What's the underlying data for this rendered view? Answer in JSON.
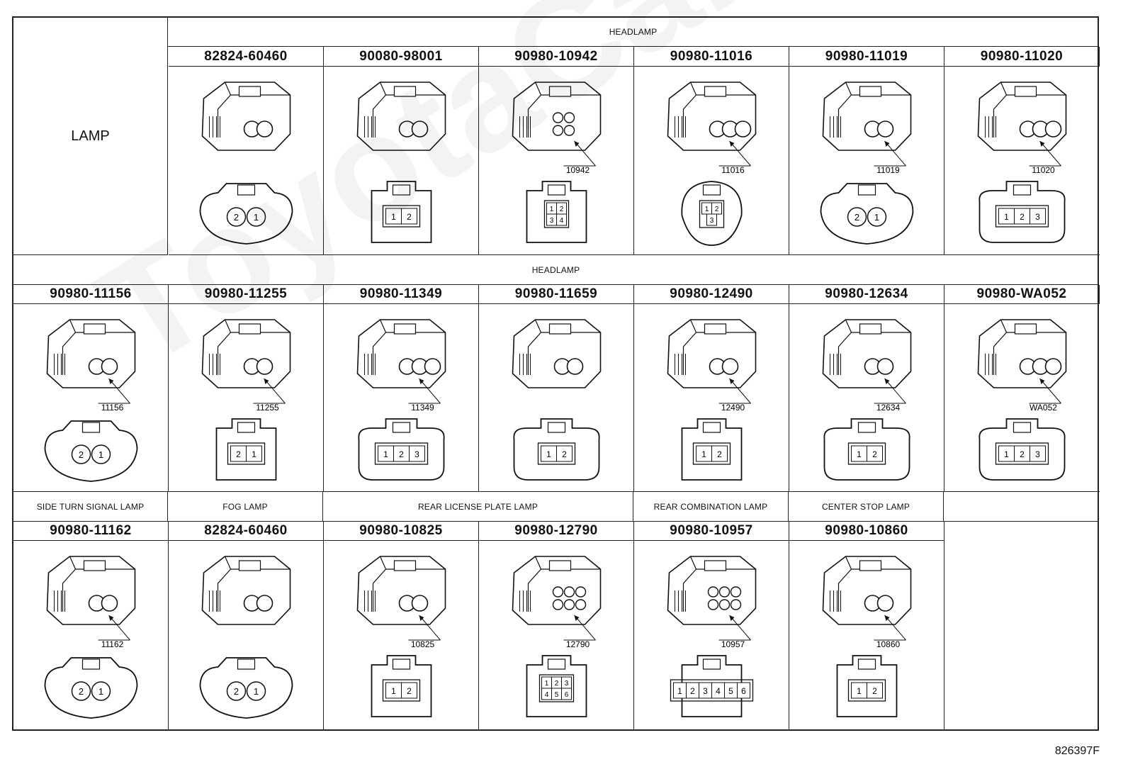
{
  "sheet": {
    "category_label": "LAMP",
    "figure_ref": "826397F",
    "watermark": "ToyotaCarMine.r"
  },
  "rows": [
    {
      "group_headers": [
        {
          "label": "HEADLAMP"
        }
      ],
      "connectors": [
        {
          "part": "82824-60460",
          "callout": "",
          "pins": [
            "2",
            "1"
          ],
          "face": "round2"
        },
        {
          "part": "90080-98001",
          "callout": "",
          "pins": [
            "1",
            "2"
          ],
          "face": "square2"
        },
        {
          "part": "90980-10942",
          "callout": "10942",
          "pins": [
            "1",
            "2",
            "3",
            "4"
          ],
          "face": "grid4"
        },
        {
          "part": "90980-11016",
          "callout": "11016",
          "pins": [
            "1",
            "2",
            "3"
          ],
          "face": "tri3"
        },
        {
          "part": "90980-11019",
          "callout": "11019",
          "pins": [
            "2",
            "1"
          ],
          "face": "round2"
        },
        {
          "part": "90980-11020",
          "callout": "11020",
          "pins": [
            "1",
            "2",
            "3"
          ],
          "face": "wide3"
        }
      ]
    },
    {
      "group_headers": [
        {
          "label": "HEADLAMP"
        }
      ],
      "connectors": [
        {
          "part": "90980-11156",
          "callout": "11156",
          "pins": [
            "2",
            "1"
          ],
          "face": "round2"
        },
        {
          "part": "90980-11255",
          "callout": "11255",
          "pins": [
            "2",
            "1"
          ],
          "face": "square2"
        },
        {
          "part": "90980-11349",
          "callout": "11349",
          "pins": [
            "1",
            "2",
            "3"
          ],
          "face": "wide3"
        },
        {
          "part": "90980-11659",
          "callout": "",
          "pins": [
            "1",
            "2"
          ],
          "face": "oval2"
        },
        {
          "part": "90980-12490",
          "callout": "12490",
          "pins": [
            "1",
            "2"
          ],
          "face": "square2"
        },
        {
          "part": "90980-12634",
          "callout": "12634",
          "pins": [
            "1",
            "2"
          ],
          "face": "oval2"
        },
        {
          "part": "90980-WA052",
          "callout": "WA052",
          "pins": [
            "1",
            "2",
            "3"
          ],
          "face": "wide3"
        }
      ]
    },
    {
      "group_headers": [
        {
          "label": "SIDE TURN SIGNAL LAMP"
        },
        {
          "label": "FOG LAMP"
        },
        {
          "label": "REAR LICENSE PLATE LAMP"
        },
        {
          "label": "REAR COMBINATION LAMP"
        },
        {
          "label": "CENTER STOP LAMP"
        }
      ],
      "connectors": [
        {
          "part": "90980-11162",
          "callout": "11162",
          "pins": [
            "2",
            "1"
          ],
          "face": "round2"
        },
        {
          "part": "82824-60460",
          "callout": "",
          "pins": [
            "2",
            "1"
          ],
          "face": "round2"
        },
        {
          "part": "90980-10825",
          "callout": "10825",
          "pins": [
            "1",
            "2"
          ],
          "face": "square2"
        },
        {
          "part": "90980-12790",
          "callout": "12790",
          "pins": [
            "1",
            "2",
            "3",
            "4",
            "5",
            "6"
          ],
          "face": "grid6"
        },
        {
          "part": "90980-10957",
          "callout": "10957",
          "pins": [
            "1",
            "2",
            "3",
            "4",
            "5",
            "6"
          ],
          "face": "row6"
        },
        {
          "part": "90980-10860",
          "callout": "10860",
          "pins": [
            "1",
            "2"
          ],
          "face": "square2"
        }
      ]
    }
  ]
}
